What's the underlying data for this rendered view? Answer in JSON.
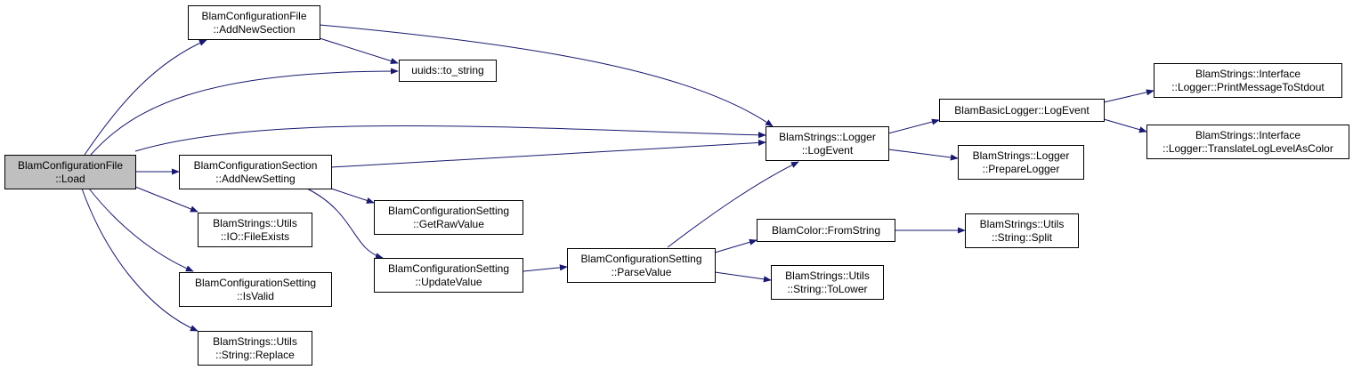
{
  "colors": {
    "edge": "#191970",
    "root_fill": "#bfbfbf",
    "node_fill": "#ffffff",
    "border": "#000000"
  },
  "nodes": {
    "load": {
      "line1": "BlamConfigurationFile",
      "line2": "::Load"
    },
    "add_new_section": {
      "line1": "BlamConfigurationFile",
      "line2": "::AddNewSection"
    },
    "to_string": {
      "line1": "uuids::to_string"
    },
    "add_new_setting": {
      "line1": "BlamConfigurationSection",
      "line2": "::AddNewSetting"
    },
    "file_exists": {
      "line1": "BlamStrings::Utils",
      "line2": "::IO::FileExists"
    },
    "is_valid": {
      "line1": "BlamConfigurationSetting",
      "line2": "::IsValid"
    },
    "replace": {
      "line1": "BlamStrings::Utils",
      "line2": "::String::Replace"
    },
    "get_raw_value": {
      "line1": "BlamConfigurationSetting",
      "line2": "::GetRawValue"
    },
    "update_value": {
      "line1": "BlamConfigurationSetting",
      "line2": "::UpdateValue"
    },
    "parse_value": {
      "line1": "BlamConfigurationSetting",
      "line2": "::ParseValue"
    },
    "log_event": {
      "line1": "BlamStrings::Logger",
      "line2": "::LogEvent"
    },
    "from_string": {
      "line1": "BlamColor::FromString"
    },
    "to_lower": {
      "line1": "BlamStrings::Utils",
      "line2": "::String::ToLower"
    },
    "basic_log_event": {
      "line1": "BlamBasicLogger::LogEvent"
    },
    "prepare_logger": {
      "line1": "BlamStrings::Logger",
      "line2": "::PrepareLogger"
    },
    "split": {
      "line1": "BlamStrings::Utils",
      "line2": "::String::Split"
    },
    "print_stdout": {
      "line1": "BlamStrings::Interface",
      "line2": "::Logger::PrintMessageToStdout"
    },
    "translate_color": {
      "line1": "BlamStrings::Interface",
      "line2": "::Logger::TranslateLogLevelAsColor"
    }
  }
}
